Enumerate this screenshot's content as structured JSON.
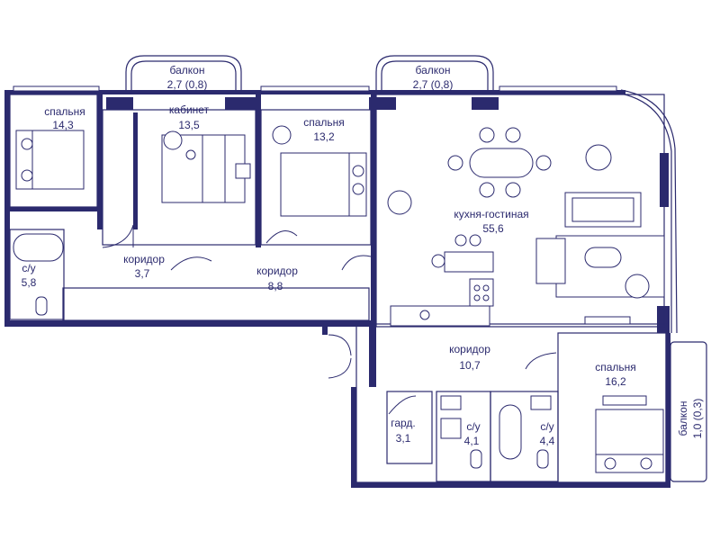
{
  "plan": {
    "rooms": [
      {
        "id": "bedroom-1",
        "name": "спальня",
        "area": "14,3"
      },
      {
        "id": "office",
        "name": "кабинет",
        "area": "13,5"
      },
      {
        "id": "bedroom-2",
        "name": "спальня",
        "area": "13,2"
      },
      {
        "id": "balcony-1",
        "name": "балкон",
        "area": "2,7 (0,8)"
      },
      {
        "id": "balcony-2",
        "name": "балкон",
        "area": "2,7 (0,8)"
      },
      {
        "id": "kitchen-living",
        "name": "кухня-гостиная",
        "area": "55,6"
      },
      {
        "id": "bathroom-1",
        "name": "с/у",
        "area": "5,8"
      },
      {
        "id": "corridor-1",
        "name": "коридор",
        "area": "3,7"
      },
      {
        "id": "corridor-2",
        "name": "коридор",
        "area": "8,8"
      },
      {
        "id": "corridor-3",
        "name": "коридор",
        "area": "10,7"
      },
      {
        "id": "bedroom-3",
        "name": "спальня",
        "area": "16,2"
      },
      {
        "id": "wardrobe",
        "name": "гард.",
        "area": "3,1"
      },
      {
        "id": "bathroom-2",
        "name": "с/у",
        "area": "4,1"
      },
      {
        "id": "bathroom-3",
        "name": "с/у",
        "area": "4,4"
      },
      {
        "id": "balcony-3",
        "name": "балкон",
        "area": "1,0 (0,3)"
      }
    ]
  }
}
